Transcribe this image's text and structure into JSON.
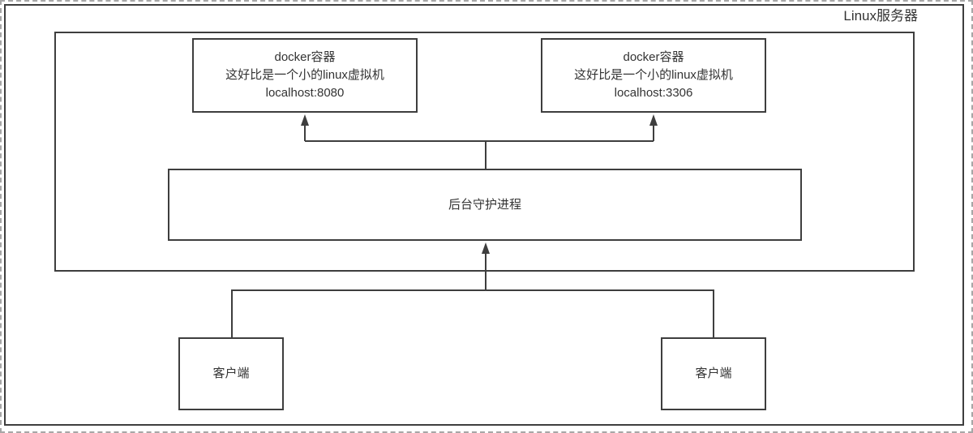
{
  "diagram": {
    "server": {
      "label": "Linux服务器"
    },
    "docker_containers": [
      {
        "line1": "docker容器",
        "line2": "这好比是一个小的linux虚拟机",
        "line3": "localhost:8080"
      },
      {
        "line1": "docker容器",
        "line2": "这好比是一个小的linux虚拟机",
        "line3": "localhost:3306"
      }
    ],
    "daemon": {
      "label": "后台守护进程"
    },
    "clients": [
      {
        "label": "客户端"
      },
      {
        "label": "客户端"
      }
    ],
    "colors": {
      "line": "#3e3e3e",
      "text": "#333333",
      "edge_dash": "#a6a6a6",
      "background": "#ffffff"
    }
  }
}
